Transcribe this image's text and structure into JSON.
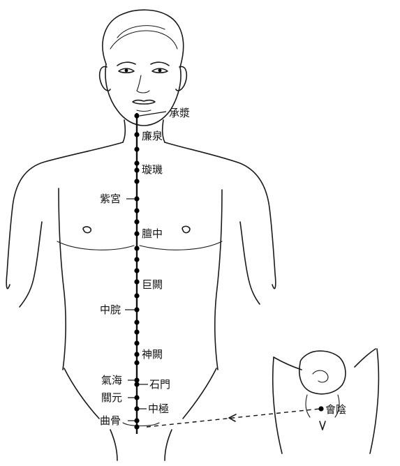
{
  "figure": {
    "labels": {
      "chengjiang": "承漿",
      "lianquan": "廉泉",
      "xuanji": "璇璣",
      "zigong": "紫宮",
      "danzhong": "膻中",
      "juque": "巨闕",
      "zhongwan": "中脘",
      "shenque": "神闕",
      "qihai": "氣海",
      "shimen": "石門",
      "guanyuan": "關元",
      "zhongji": "中極",
      "qugu": "曲骨",
      "huiyin": "會陰"
    },
    "icons": {
      "body": "human-torso-front-outline",
      "perineum": "perineum-detail-outline",
      "arrow": "dashed-arrow-left"
    },
    "colors": {
      "line": "#111111",
      "background": "#ffffff"
    }
  }
}
